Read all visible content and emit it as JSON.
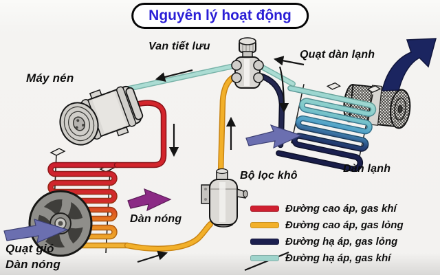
{
  "title": "Nguyên lý hoạt động",
  "labels": {
    "compressor": "Máy nén",
    "expansion_valve": "Van tiết lưu",
    "evaporator_fan": "Quạt dàn lạnh",
    "evaporator": "Dàn lạnh",
    "drier": "Bộ lọc khô",
    "condenser": "Dàn nóng",
    "condenser_fan_line1": "Quạt gió",
    "condenser_fan_line2": "Dàn nóng"
  },
  "legend": {
    "items": [
      {
        "label": "Đường cao áp, gas khí",
        "color": "#cf2030"
      },
      {
        "label": "Đường cao áp, gas lỏng",
        "color": "#f2b02a"
      },
      {
        "label": "Đường hạ áp, gas lỏng",
        "color": "#1b1f4e"
      },
      {
        "label": "Đường hạ áp, gas khí",
        "color": "#9fd4cc"
      }
    ]
  },
  "colors": {
    "title_text": "#2a1ed6",
    "pipe_high_pressure_gas": "#cf2030",
    "pipe_high_pressure_liquid": "#f2b02a",
    "pipe_low_pressure_liquid": "#1b1f4e",
    "pipe_low_pressure_gas": "#9fd4cc",
    "airflow_cool_air": "#6b6fb0",
    "airflow_hot_air": "#8b2a85",
    "airflow_cold_out": "#1b2560"
  }
}
